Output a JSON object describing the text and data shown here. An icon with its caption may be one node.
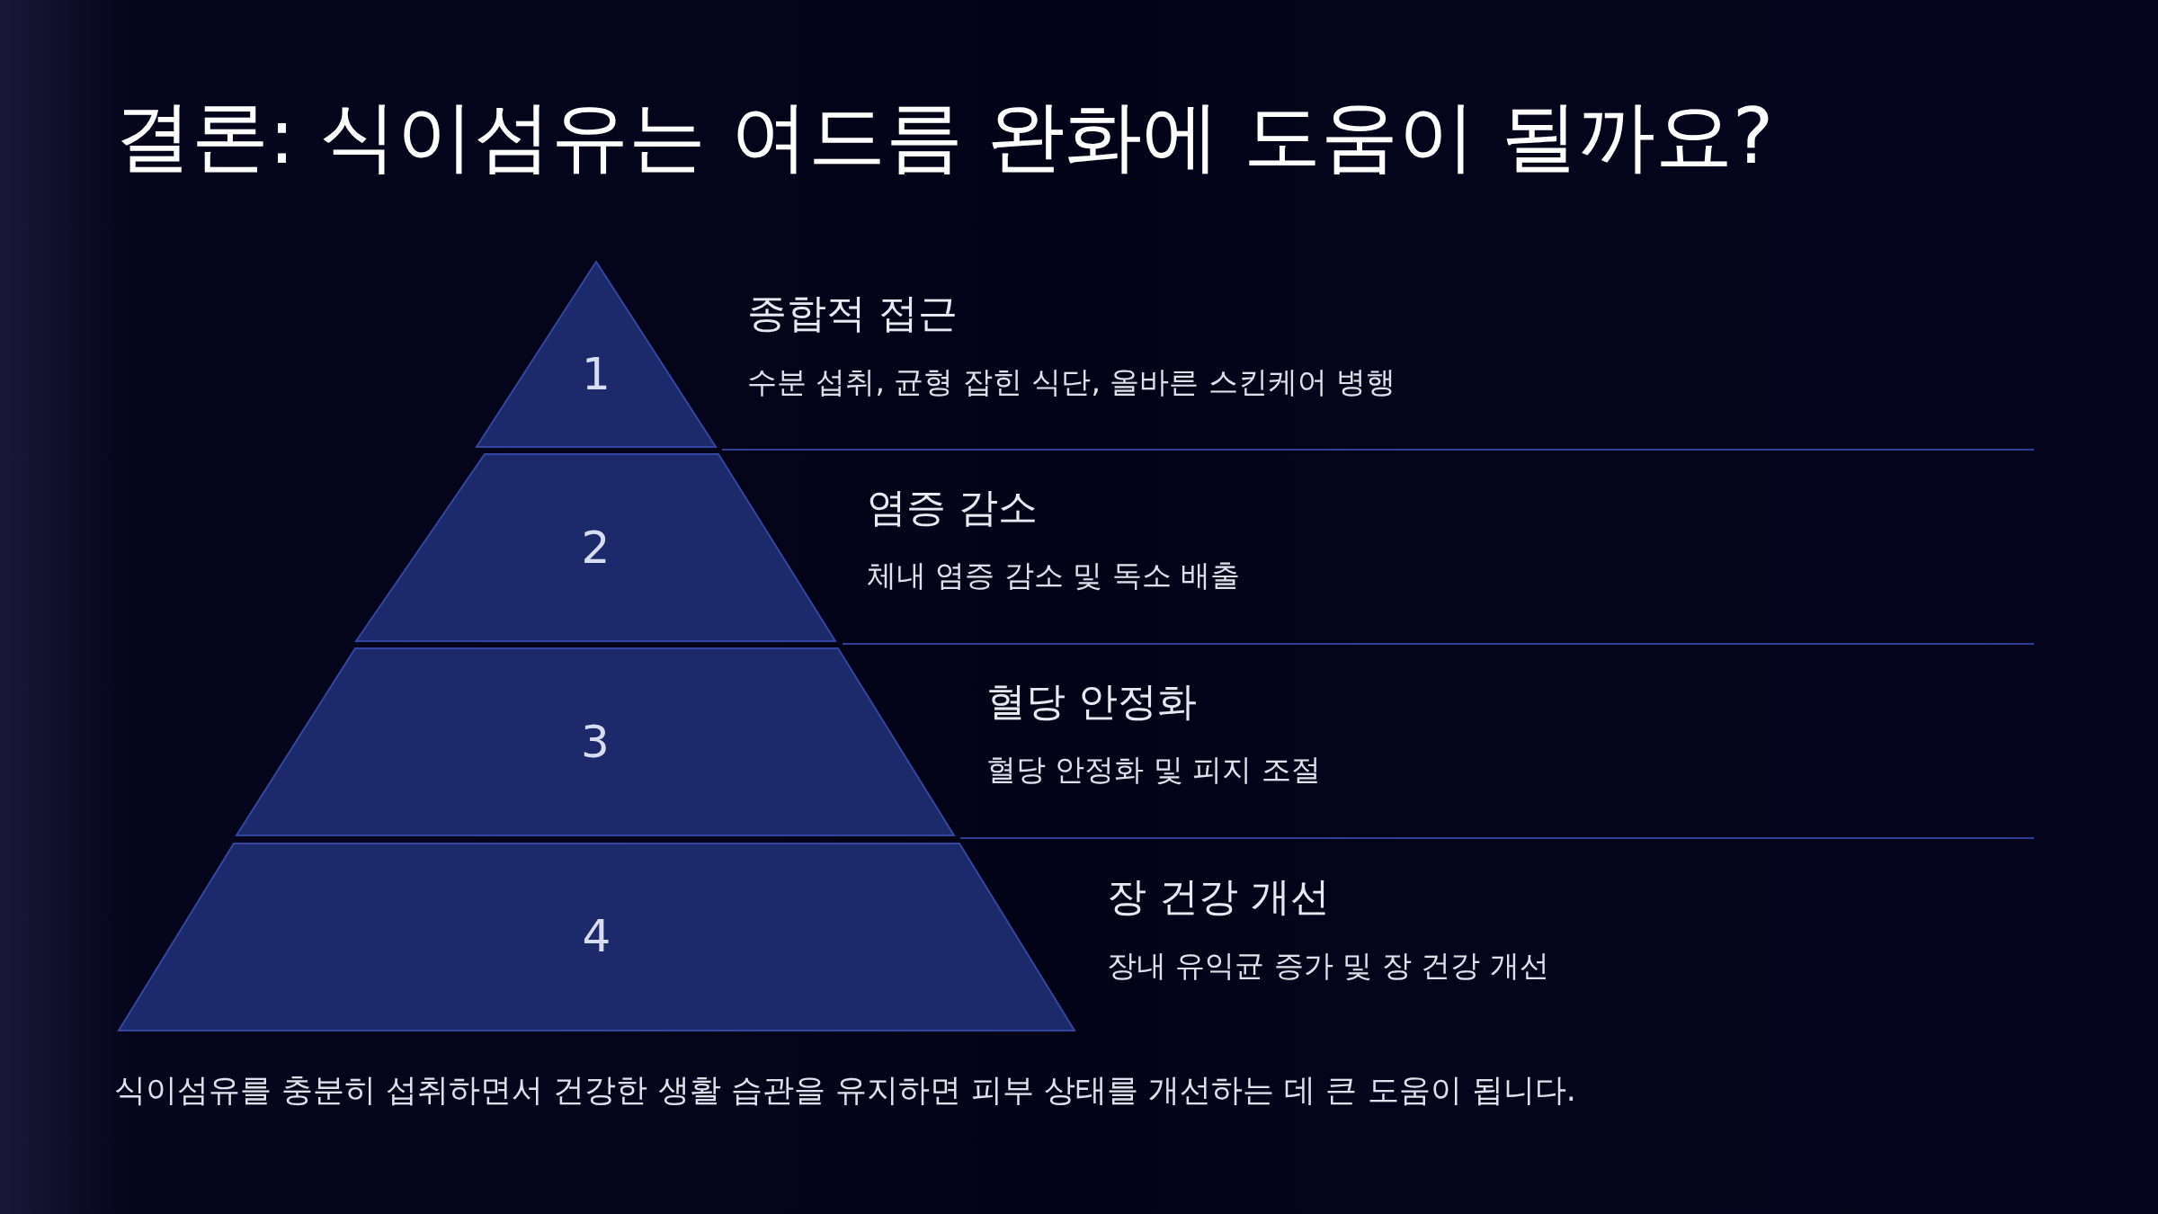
{
  "diagram": {
    "title": "결론: 식이섬유는 여드름 완화에 도움이 될까요?",
    "nodes": [
      {
        "text": [
          "1"
        ],
        "beside": [
          "종합적 접근",
          "수분 섭취, 균형 잡힌 식단, 올바른 스킨케어 병행"
        ]
      },
      {
        "text": [
          "2"
        ],
        "beside": [
          "염증 감소",
          "체내 염증 감소 및 독소 배출"
        ]
      },
      {
        "text": [
          "3"
        ],
        "beside": [
          "혈당 안정화",
          "혈당 안정화 및 피지 조절"
        ]
      },
      {
        "text": [
          "4"
        ],
        "beside": [
          "장 건강 개선",
          "장내 유익균 증가 및 장 건강 개선"
        ]
      }
    ],
    "caption": "식이섬유를 충분히 섭취하면서 건강한 생활 습관을 유지하면 피부 상태를 개선하는 데 큰 도움이 됩니다."
  }
}
